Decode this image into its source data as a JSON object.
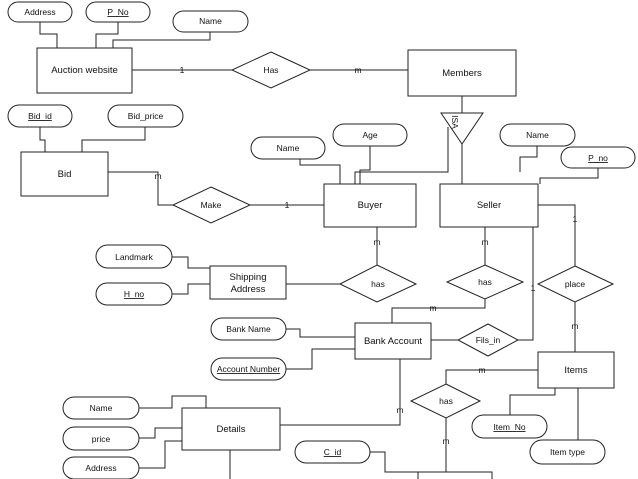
{
  "diagram": {
    "entities": {
      "auction_website": "Auction website",
      "members": "Members",
      "bid": "Bid",
      "buyer": "Buyer",
      "seller": "Seller",
      "shipping_address_line1": "Shipping",
      "shipping_address_line2": "Address",
      "bank_account": "Bank Account",
      "items": "Items",
      "details": "Details"
    },
    "attributes": {
      "address": "Address",
      "p_no_top": "P_No",
      "name_auction": "Name",
      "bid_id": "Bid_id",
      "bid_price": "Bid_price",
      "name_buyer": "Name",
      "age": "Age",
      "name_seller": "Name",
      "p_no_seller": "P_no",
      "landmark": "Landmark",
      "h_no": "H_no",
      "bank_name": "Bank Name",
      "account_number": "Account Number",
      "name_details": "Name",
      "price": "price",
      "address_details": "Address",
      "item_no": "Item_No",
      "item_type": "Item type",
      "c_id": "C_id"
    },
    "relationships": {
      "has_members": "Has",
      "make": "Make",
      "isa": "ISA",
      "has_shipping": "has",
      "has_bank": "has",
      "place": "place",
      "fils_in": "Fils_in",
      "has_details": "has"
    },
    "cardinalities": {
      "auction_has": "1",
      "has_members": "m",
      "bid_make": "m",
      "make_buyer": "1",
      "buyer_has": "m",
      "seller_has": "m",
      "has_bank": "m",
      "seller_place": "1",
      "place_items": "m",
      "fils_in_seller": "1",
      "items_has": "m",
      "details_has": "m",
      "has_lower": "m"
    }
  }
}
